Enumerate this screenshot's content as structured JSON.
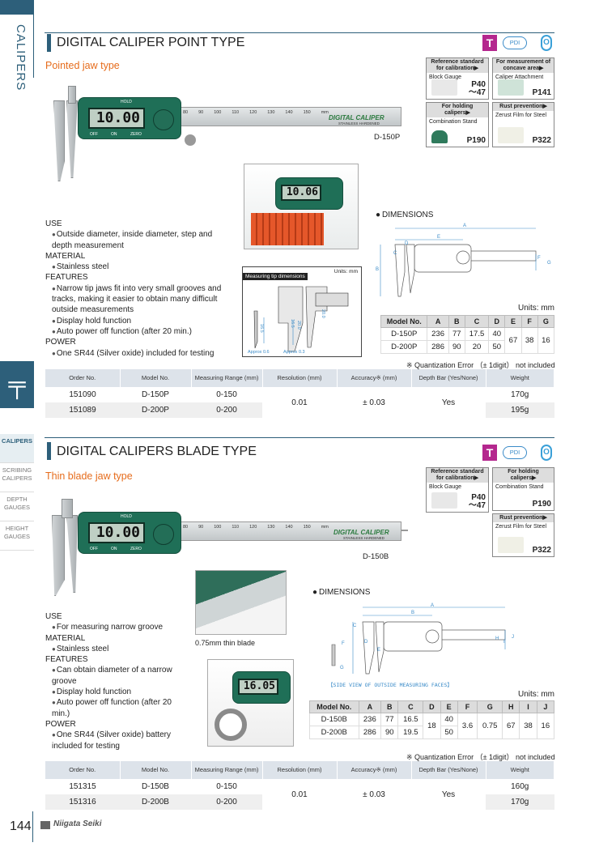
{
  "rail": {
    "title": "CALIPERS",
    "nav": [
      "CALIPERS",
      "SCRIBING CALIPERS",
      "DEPTH GAUGES",
      "HEIGHT GAUGES"
    ],
    "icon": "caliper-icon"
  },
  "section1": {
    "title": "DIGITAL CALIPER POINT TYPE",
    "subtitle": "Pointed jaw type",
    "badges": {
      "t": "T",
      "pdi": "PDI",
      "o": "O"
    },
    "accessories": [
      {
        "head": "Reference standard for calibration▶",
        "name": "Block Gauge",
        "page": "P40 ～47"
      },
      {
        "head": "For measurement of concave area▶",
        "name": "Caliper Attachment",
        "page": "P141"
      },
      {
        "head": "For holding calipers▶",
        "name": "Combination Stand",
        "page": "P190"
      },
      {
        "head": "Rust prevention▶",
        "name": "Zerust Film for Steel",
        "page": "P322"
      }
    ],
    "caliper": {
      "display": "10.00",
      "hold": "HOLD",
      "off": "OFF",
      "on": "ON",
      "zero": "ZERO",
      "scale": [
        "80",
        "90",
        "100",
        "110",
        "120",
        "130",
        "140",
        "150",
        "mm"
      ],
      "brand": "DIGITAL CALIPER",
      "brand_sub": "STAINLESS HARDENED",
      "model": "D-150P"
    },
    "photo_display": "10.06",
    "spec": {
      "use_h": "USE",
      "use": [
        "Outside diameter, inside diameter, step and depth measurement"
      ],
      "material_h": "MATERIAL",
      "material": [
        "Stainless steel"
      ],
      "features_h": "FEATURES",
      "features": [
        "Narrow tip jaws fit into very small grooves and tracks, making it easier to obtain many difficult outside measurements",
        "Display hold function",
        "Auto power off function (after 20 min.)"
      ],
      "power_h": "POWER",
      "power": [
        "One SR44 (Silver oxide) included for testing"
      ]
    },
    "tip": {
      "title": "Measuring tip dimensions",
      "units": "Units: mm",
      "labels": [
        "16.5",
        "16.5",
        "20.0",
        "20.0",
        "Approx 0.6",
        "Approx 0.3"
      ]
    },
    "dimensions_label": "DIMENSIONS",
    "dim_letters": [
      "A",
      "E",
      "B",
      "C",
      "D",
      "F",
      "G"
    ],
    "units": "Units: mm",
    "dim_table": {
      "headers": [
        "Model No.",
        "A",
        "B",
        "C",
        "D",
        "E",
        "F",
        "G"
      ],
      "rows": [
        [
          "D-150P",
          "236",
          "77",
          "17.5",
          "40"
        ],
        [
          "D-200P",
          "286",
          "90",
          "20",
          "50"
        ]
      ],
      "shared": {
        "E": "67",
        "F": "38",
        "G": "16"
      }
    },
    "note": "※ Quantization Error （± 1digit） not included",
    "order": {
      "headers": [
        "Order No.",
        "Model No.",
        "Measuring Range (mm)",
        "Resolution (mm)",
        "Accuracy※ (mm)",
        "Depth Bar (Yes/None)",
        "Weight"
      ],
      "rows": [
        {
          "order": "151090",
          "model": "D-150P",
          "range": "0-150",
          "weight": "170g"
        },
        {
          "order": "151089",
          "model": "D-200P",
          "range": "0-200",
          "weight": "195g"
        }
      ],
      "resolution": "0.01",
      "accuracy": "± 0.03",
      "depth_bar": "Yes"
    }
  },
  "section2": {
    "title": "DIGITAL CALIPERS BLADE TYPE",
    "subtitle": "Thin blade jaw type",
    "badges": {
      "t": "T",
      "pdi": "PDI",
      "o": "O"
    },
    "accessories": [
      {
        "head": "Reference standard for calibration▶",
        "name": "Block Gauge",
        "page": "P40 ～47"
      },
      {
        "head": "For holding calipers▶",
        "name": "Combination Stand",
        "page": "P190"
      },
      {
        "head": "Rust prevention▶",
        "name": "Zerust Film for Steel",
        "page": "P322"
      }
    ],
    "caliper": {
      "display": "10.00",
      "hold": "HOLD",
      "off": "OFF",
      "on": "ON",
      "zero": "ZERO",
      "scale": [
        "80",
        "90",
        "100",
        "110",
        "120",
        "130",
        "140",
        "150",
        "mm"
      ],
      "brand": "DIGITAL CALIPER",
      "brand_sub": "STAINLESS HARDENED",
      "model": "D-150B"
    },
    "blade_caption": "0.75mm thin blade",
    "photo_display": "16.05",
    "spec": {
      "use_h": "USE",
      "use": [
        "For measuring narrow groove"
      ],
      "material_h": "MATERIAL",
      "material": [
        "Stainless steel"
      ],
      "features_h": "FEATURES",
      "features": [
        "Can obtain diameter of a narrow groove",
        "Display hold function",
        "Auto power off function (after 20 min.)"
      ],
      "power_h": "POWER",
      "power": [
        "One SR44 (Silver oxide) battery included for testing"
      ]
    },
    "dimensions_label": "DIMENSIONS",
    "dim_letters": [
      "A",
      "B",
      "C",
      "D",
      "E",
      "F",
      "G",
      "H",
      "I",
      "J"
    ],
    "side_view": "【SIDE VIEW OF OUTSIDE MEASURING FACES】",
    "units": "Units: mm",
    "dim_table": {
      "headers": [
        "Model No.",
        "A",
        "B",
        "C",
        "D",
        "E",
        "F",
        "G",
        "H",
        "I",
        "J"
      ],
      "rows": [
        [
          "D-150B",
          "236",
          "77",
          "16.5",
          "40"
        ],
        [
          "D-200B",
          "286",
          "90",
          "19.5",
          "50"
        ]
      ],
      "shared": {
        "D": "18",
        "F": "3.6",
        "G": "0.75",
        "H": "67",
        "I": "38",
        "J": "16"
      }
    },
    "note": "※ Quantization Error （± 1digit） not included",
    "order": {
      "headers": [
        "Order No.",
        "Model No.",
        "Measuring Range (mm)",
        "Resolution (mm)",
        "Accuracy※ (mm)",
        "Depth Bar (Yes/None)",
        "Weight"
      ],
      "rows": [
        {
          "order": "151315",
          "model": "D-150B",
          "range": "0-150",
          "weight": "160g"
        },
        {
          "order": "151316",
          "model": "D-200B",
          "range": "0-200",
          "weight": "170g"
        }
      ],
      "resolution": "0.01",
      "accuracy": "± 0.03",
      "depth_bar": "Yes"
    }
  },
  "footer": {
    "page": "144",
    "logo": "Niigata Seiki"
  }
}
